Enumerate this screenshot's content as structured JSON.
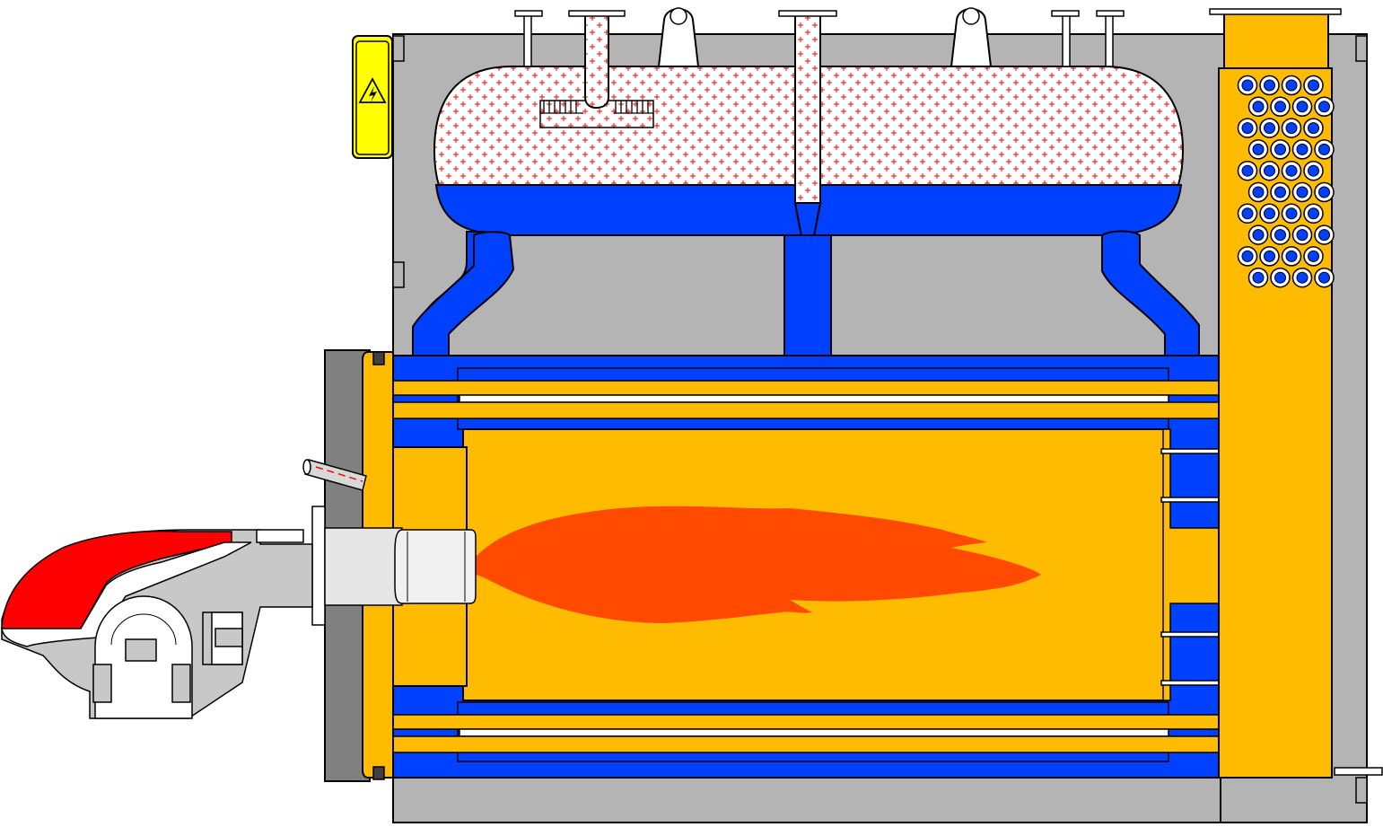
{
  "colors": {
    "casing": "#b4b4b4",
    "water": "#0040ff",
    "gas": "#ffbb00",
    "flame": "#ff4a00",
    "steam_fill": "#ffffff",
    "steam_marks": "#ff0000",
    "burner_hood": "#ff0000",
    "burner_body": "#c8c8c8",
    "door": "#808080",
    "warning_sign": "#ffff00"
  },
  "icons": {
    "warning_sign": "high-voltage-warning-icon"
  },
  "components": {
    "economizer_tube_rows": [
      4,
      4,
      4,
      4,
      4,
      4,
      4,
      4,
      4,
      4
    ]
  }
}
